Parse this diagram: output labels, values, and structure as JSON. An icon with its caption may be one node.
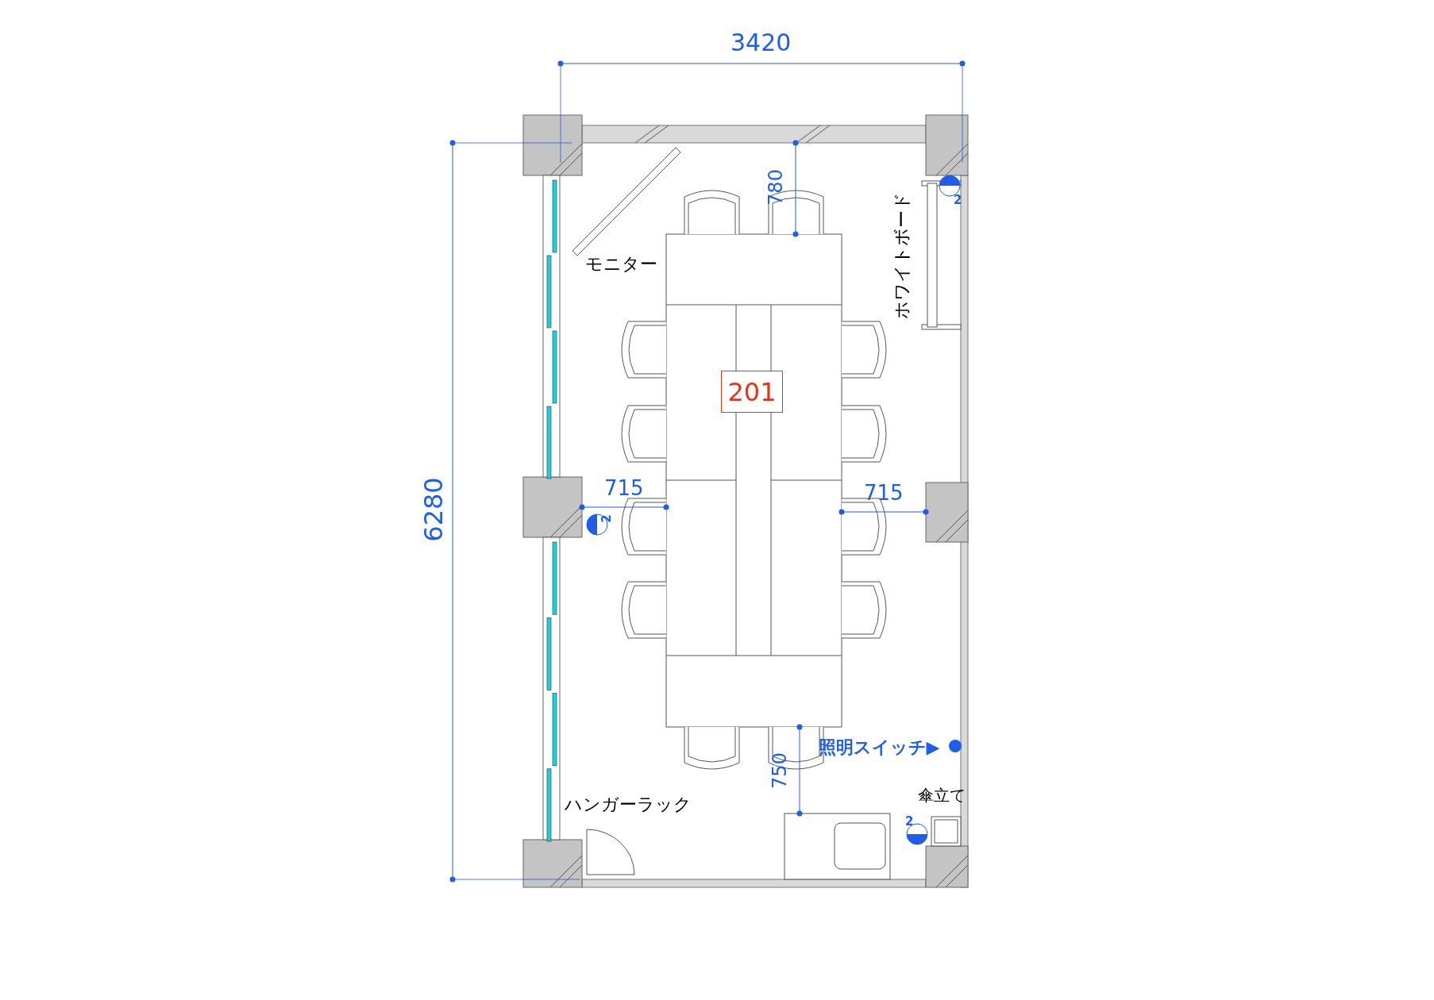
{
  "diagram": {
    "nodes": [
      {
        "text": [
          "201"
        ]
      }
    ],
    "labels": [
      "3420",
      "780",
      "2",
      "ホワイトボード",
      "モニター",
      "6280",
      "715",
      "715",
      "2",
      "照明スイッチ▶",
      "750",
      "傘立て",
      "ハンガーラック",
      "2"
    ]
  }
}
